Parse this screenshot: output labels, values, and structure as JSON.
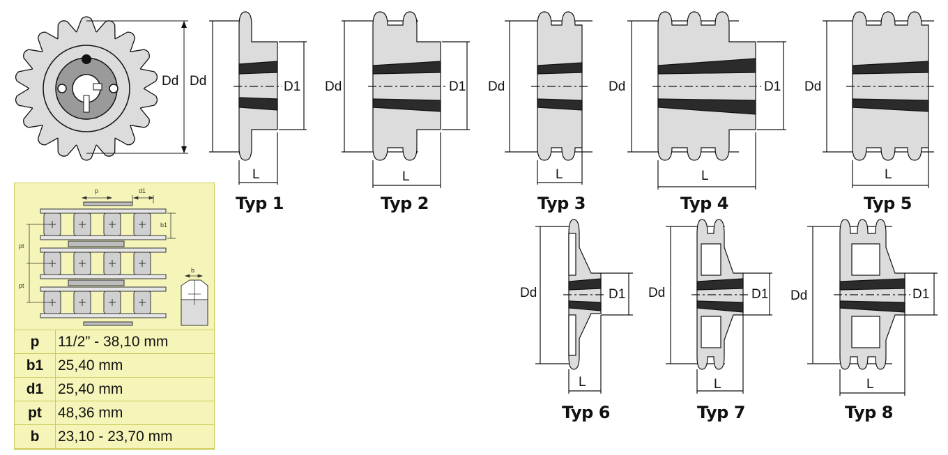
{
  "front_view": {
    "dim_label": "Dd"
  },
  "types": [
    {
      "label": "Typ 1",
      "dd": "Dd",
      "d1": "D1",
      "l": "L"
    },
    {
      "label": "Typ 2",
      "dd": "Dd",
      "d1": "D1",
      "l": "L"
    },
    {
      "label": "Typ 3",
      "dd": "Dd",
      "l": "L"
    },
    {
      "label": "Typ 4",
      "dd": "Dd",
      "d1": "D1",
      "l": "L"
    },
    {
      "label": "Typ 5",
      "dd": "Dd",
      "l": "L"
    },
    {
      "label": "Typ 6",
      "dd": "Dd",
      "d1": "D1",
      "l": "L"
    },
    {
      "label": "Typ 7",
      "dd": "Dd",
      "d1": "D1",
      "l": "L"
    },
    {
      "label": "Typ 8",
      "dd": "Dd",
      "d1": "D1",
      "l": "L"
    }
  ],
  "chain_diagram": {
    "p": "p",
    "d1": "d1",
    "b1": "b1",
    "pt": "pt",
    "b": "b"
  },
  "specs": [
    {
      "key": "p",
      "value": "11/2” - 38,10 mm"
    },
    {
      "key": "b1",
      "value": "25,40 mm"
    },
    {
      "key": "d1",
      "value": "25,40 mm"
    },
    {
      "key": "pt",
      "value": "48,36 mm"
    },
    {
      "key": "b",
      "value": "23,10 - 23,70 mm"
    }
  ],
  "colors": {
    "panel": "#f5f5b9",
    "panel_border": "#c9cc5a",
    "metal": "#dcdcdc",
    "hub": "#808080",
    "bore_dark": "#2b2b2b"
  }
}
